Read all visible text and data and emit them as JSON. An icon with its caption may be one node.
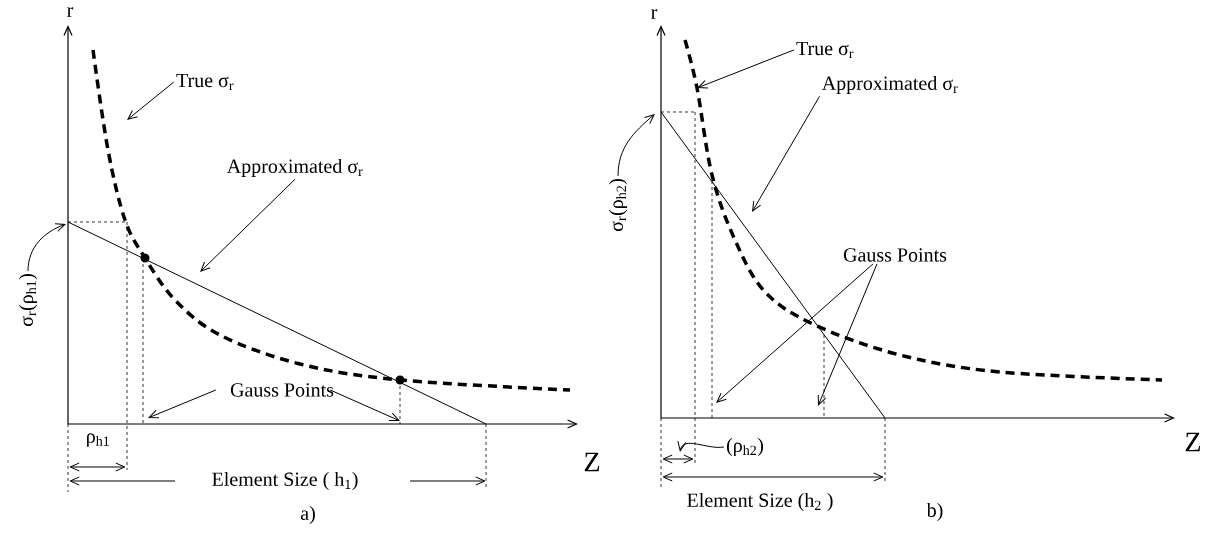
{
  "diagram": {
    "nodes": [
      {
        "text": [
          "True σ$_{r}$"
        ]
      },
      {
        "text": [
          "Approximated σ$_{r}$"
        ]
      },
      {
        "text": [
          "σ$_{r}$(ρ$_{h1}$)"
        ]
      },
      {
        "text": [
          "Gauss Points"
        ]
      },
      {
        "text": [
          "True σ$_{r}$"
        ]
      },
      {
        "text": [
          "Approximated σ$_{r}$"
        ]
      },
      {
        "text": [
          "σ$_{r}$(ρ$_{h2}$)"
        ]
      },
      {
        "text": [
          "Gauss Points"
        ]
      },
      {
        "text": [
          "(ρ$_{h2}$)"
        ]
      }
    ],
    "edges": [
      {
        "from": 0,
        "to": null,
        "arrow": "to"
      },
      {
        "from": 1,
        "to": null,
        "arrow": "to"
      },
      {
        "from": 2,
        "to": null,
        "arrow": "to"
      },
      {
        "from": 3,
        "to": null,
        "arrow": "to"
      },
      {
        "from": 3,
        "to": null,
        "arrow": "to"
      },
      {
        "from": 4,
        "to": null,
        "arrow": "to"
      },
      {
        "from": 5,
        "to": null,
        "arrow": "to"
      },
      {
        "from": 6,
        "to": null,
        "arrow": "to"
      },
      {
        "from": 7,
        "to": null,
        "arrow": "to"
      },
      {
        "from": 7,
        "to": null,
        "arrow": "to"
      },
      {
        "from": 8,
        "to": null,
        "arrow": "to"
      }
    ],
    "labels": [
      "r",
      "Z",
      "ρ$_{h1}$",
      "Element Size ( h$_{1}$)",
      "a)",
      "r",
      "Z",
      "Element Size (h$_{2}$ )",
      "b)"
    ]
  }
}
